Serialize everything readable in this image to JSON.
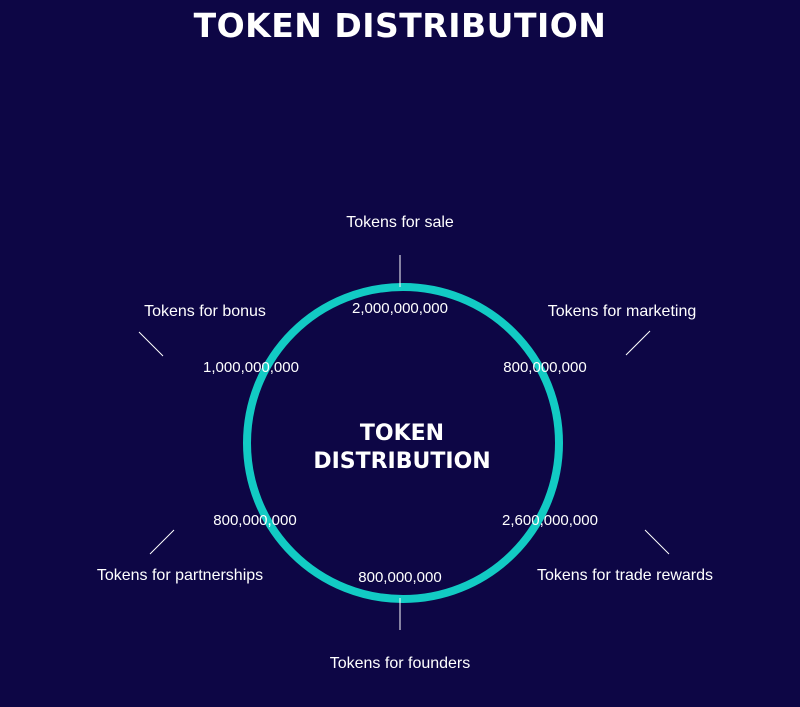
{
  "title": "TOKEN DISTRIBUTION",
  "center": {
    "line1": "TOKEN",
    "line2": "DISTRIBUTION"
  },
  "colors": {
    "background": "#0d0645",
    "ring": "#12cbc4",
    "text": "#ffffff",
    "leader": "#ffffff"
  },
  "segments": [
    {
      "label": "Tokens for sale",
      "value": "2,000,000,000"
    },
    {
      "label": "Tokens for marketing",
      "value": "800,000,000"
    },
    {
      "label": "Tokens for trade rewards",
      "value": "2,600,000,000"
    },
    {
      "label": "Tokens for founders",
      "value": "800,000,000"
    },
    {
      "label": "Tokens for partnerships",
      "value": "800,000,000"
    },
    {
      "label": "Tokens for bonus",
      "value": "1,000,000,000"
    }
  ]
}
